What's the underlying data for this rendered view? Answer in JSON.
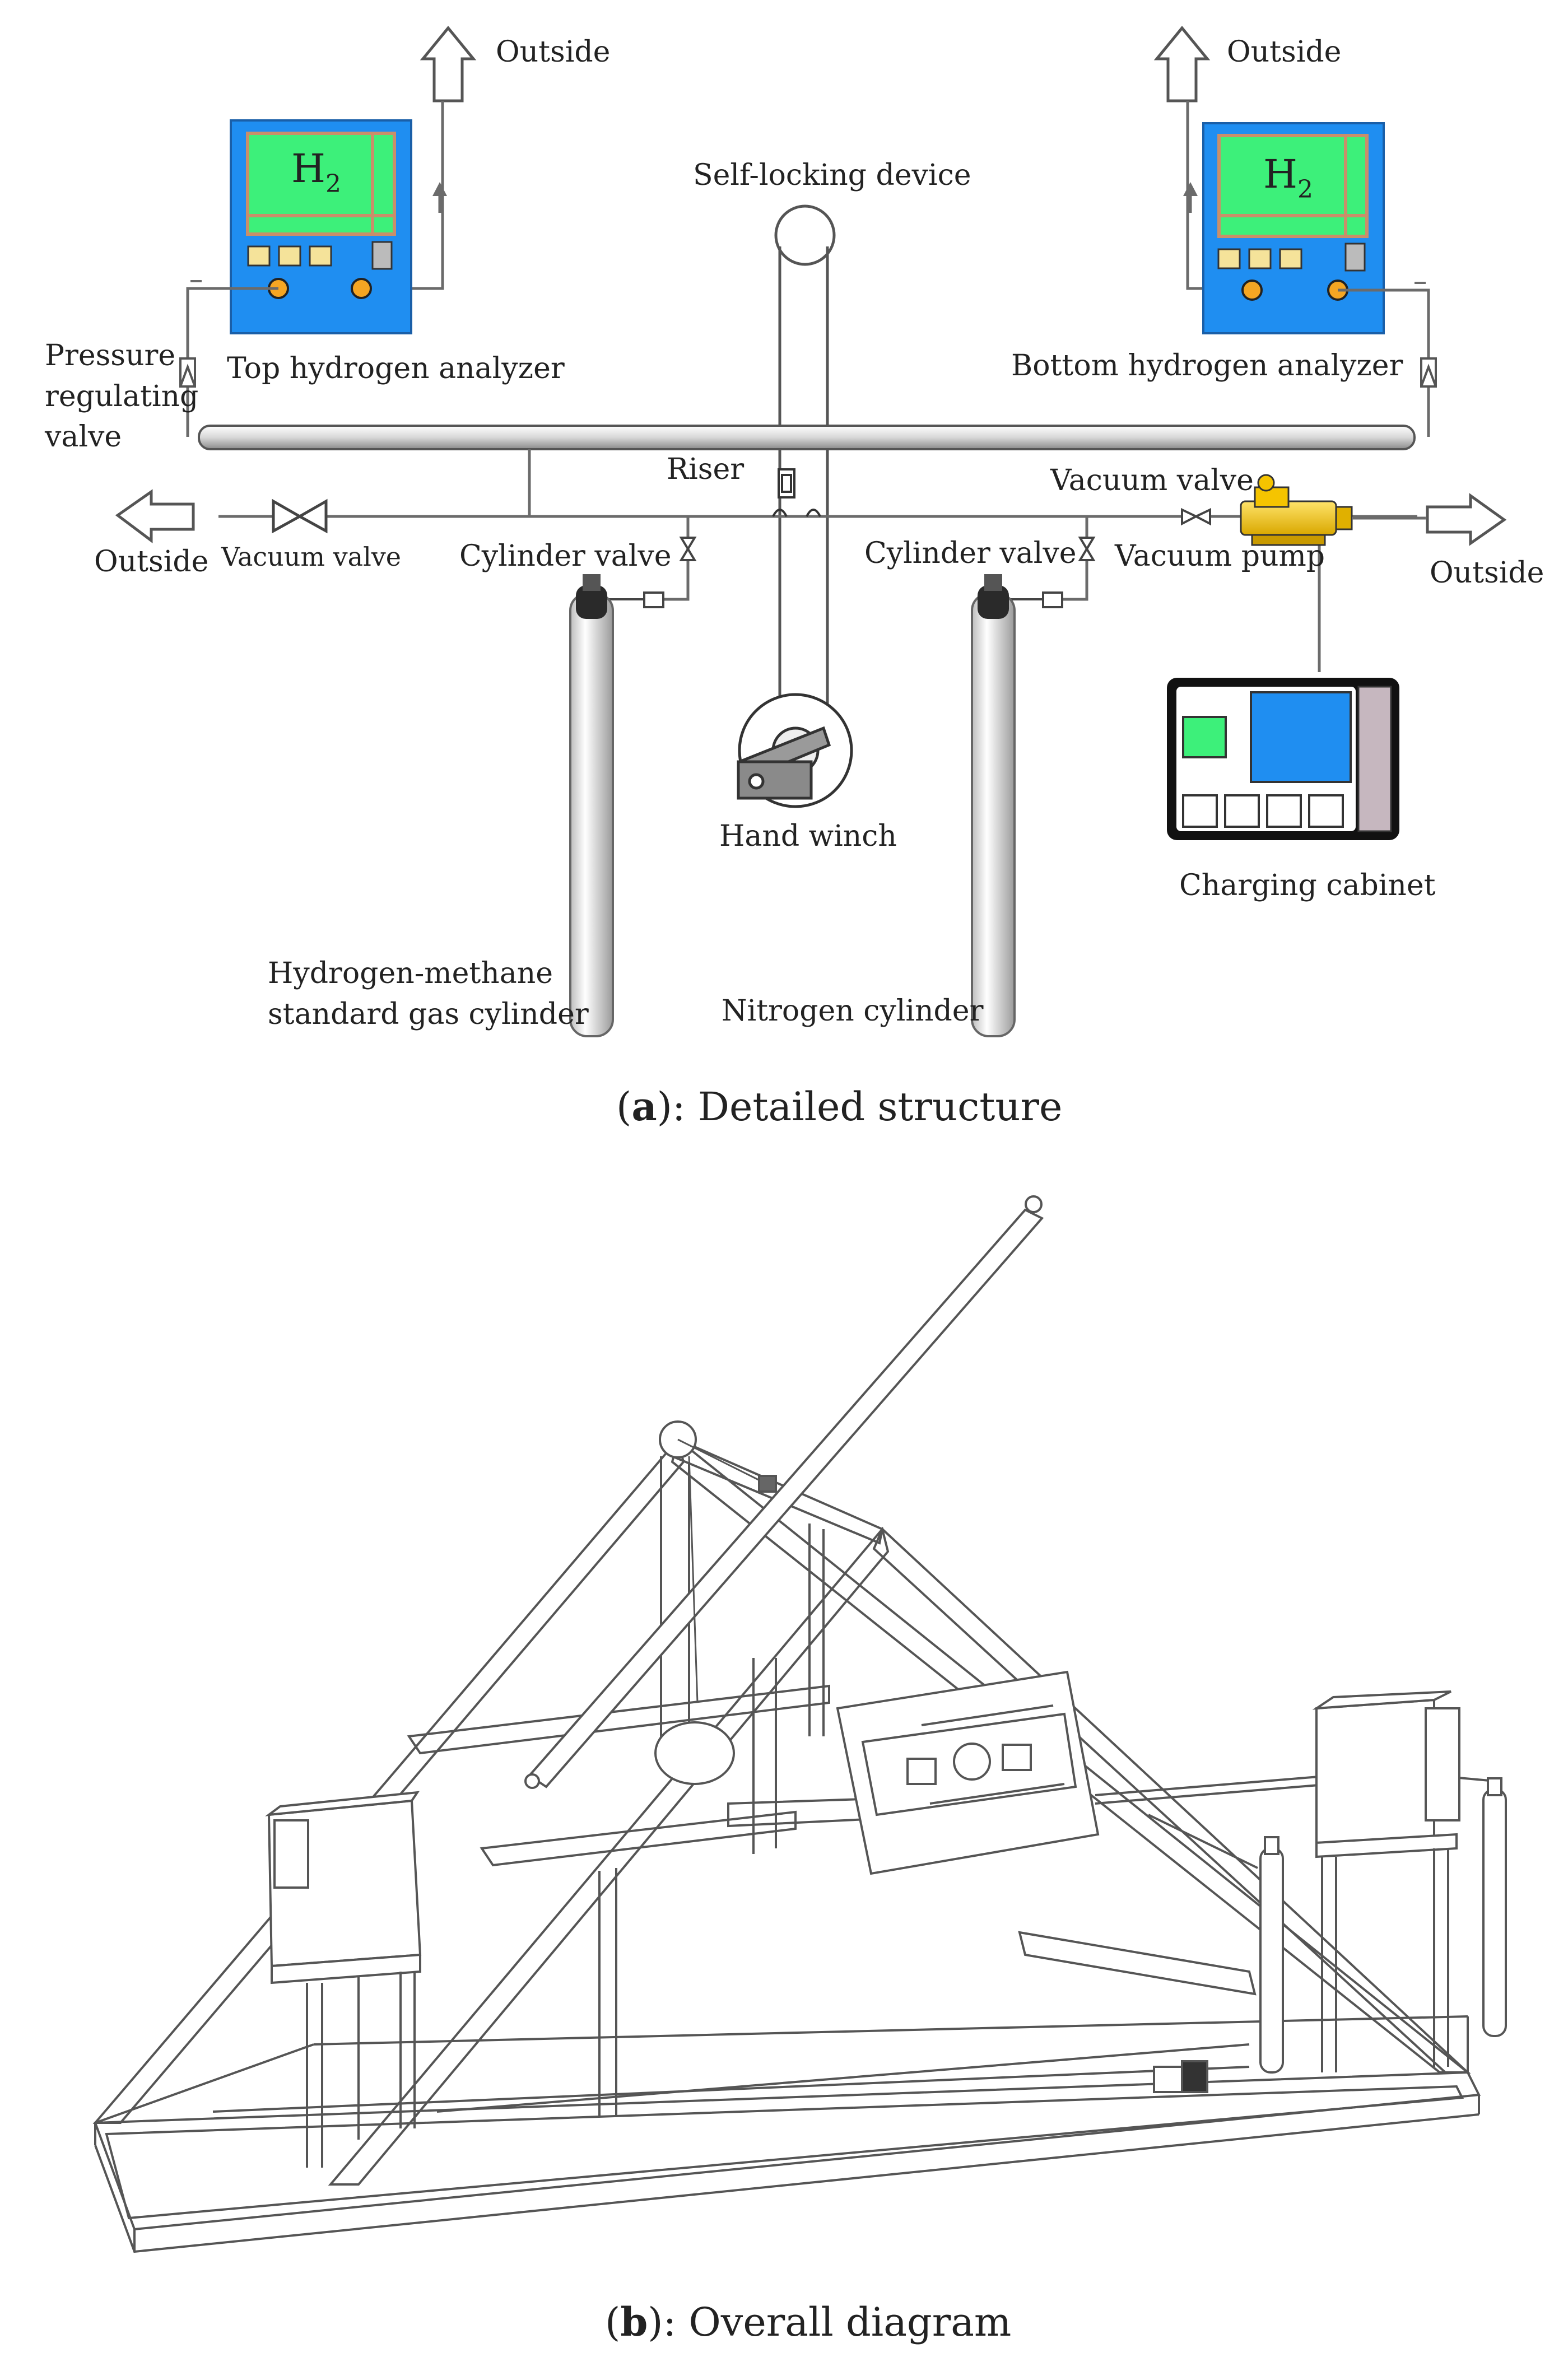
{
  "panel_a": {
    "labels": {
      "outside_top_left": "Outside",
      "outside_top_right": "Outside",
      "self_locking": "Self-locking device",
      "top_analyzer": "Top hydrogen analyzer",
      "bottom_analyzer": "Bottom hydrogen analyzer",
      "prv_1": "Pressure",
      "prv_2": "regulating",
      "prv_3": "valve",
      "riser": "Riser",
      "vacuum_valve_right": "Vacuum valve",
      "outside_left": "Outside",
      "vacuum_valve_left": "Vacuum valve",
      "cylinder_valve_left": "Cylinder valve",
      "cylinder_valve_right": "Cylinder valve",
      "vacuum_pump": "Vacuum pump",
      "outside_right": "Outside",
      "hand_winch": "Hand winch",
      "charging_cabinet": "Charging cabinet",
      "h2m_1": "Hydrogen-methane",
      "h2m_2": "standard gas cylinder",
      "nitrogen": "Nitrogen cylinder",
      "h2_main": "H",
      "h2_sub": "2"
    },
    "caption_letter": "a",
    "caption_text": "): Detailed structure",
    "caption_open": "("
  },
  "panel_b": {
    "caption_letter": "b",
    "caption_text": "): Overall diagram",
    "caption_open": "("
  },
  "colors": {
    "analyzer_blue": "#1f8ef1",
    "screen_green": "#3df07a",
    "pump_yellow": "#f5c400",
    "line_gray": "#6b6b6b",
    "cabinet_blue": "#1f8ef1"
  }
}
